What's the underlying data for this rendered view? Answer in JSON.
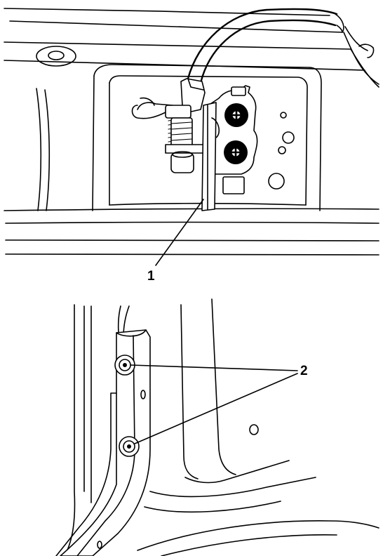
{
  "figure": {
    "callouts": [
      {
        "id": "callout-1",
        "label": "1"
      },
      {
        "id": "callout-2",
        "label": "2"
      }
    ]
  }
}
